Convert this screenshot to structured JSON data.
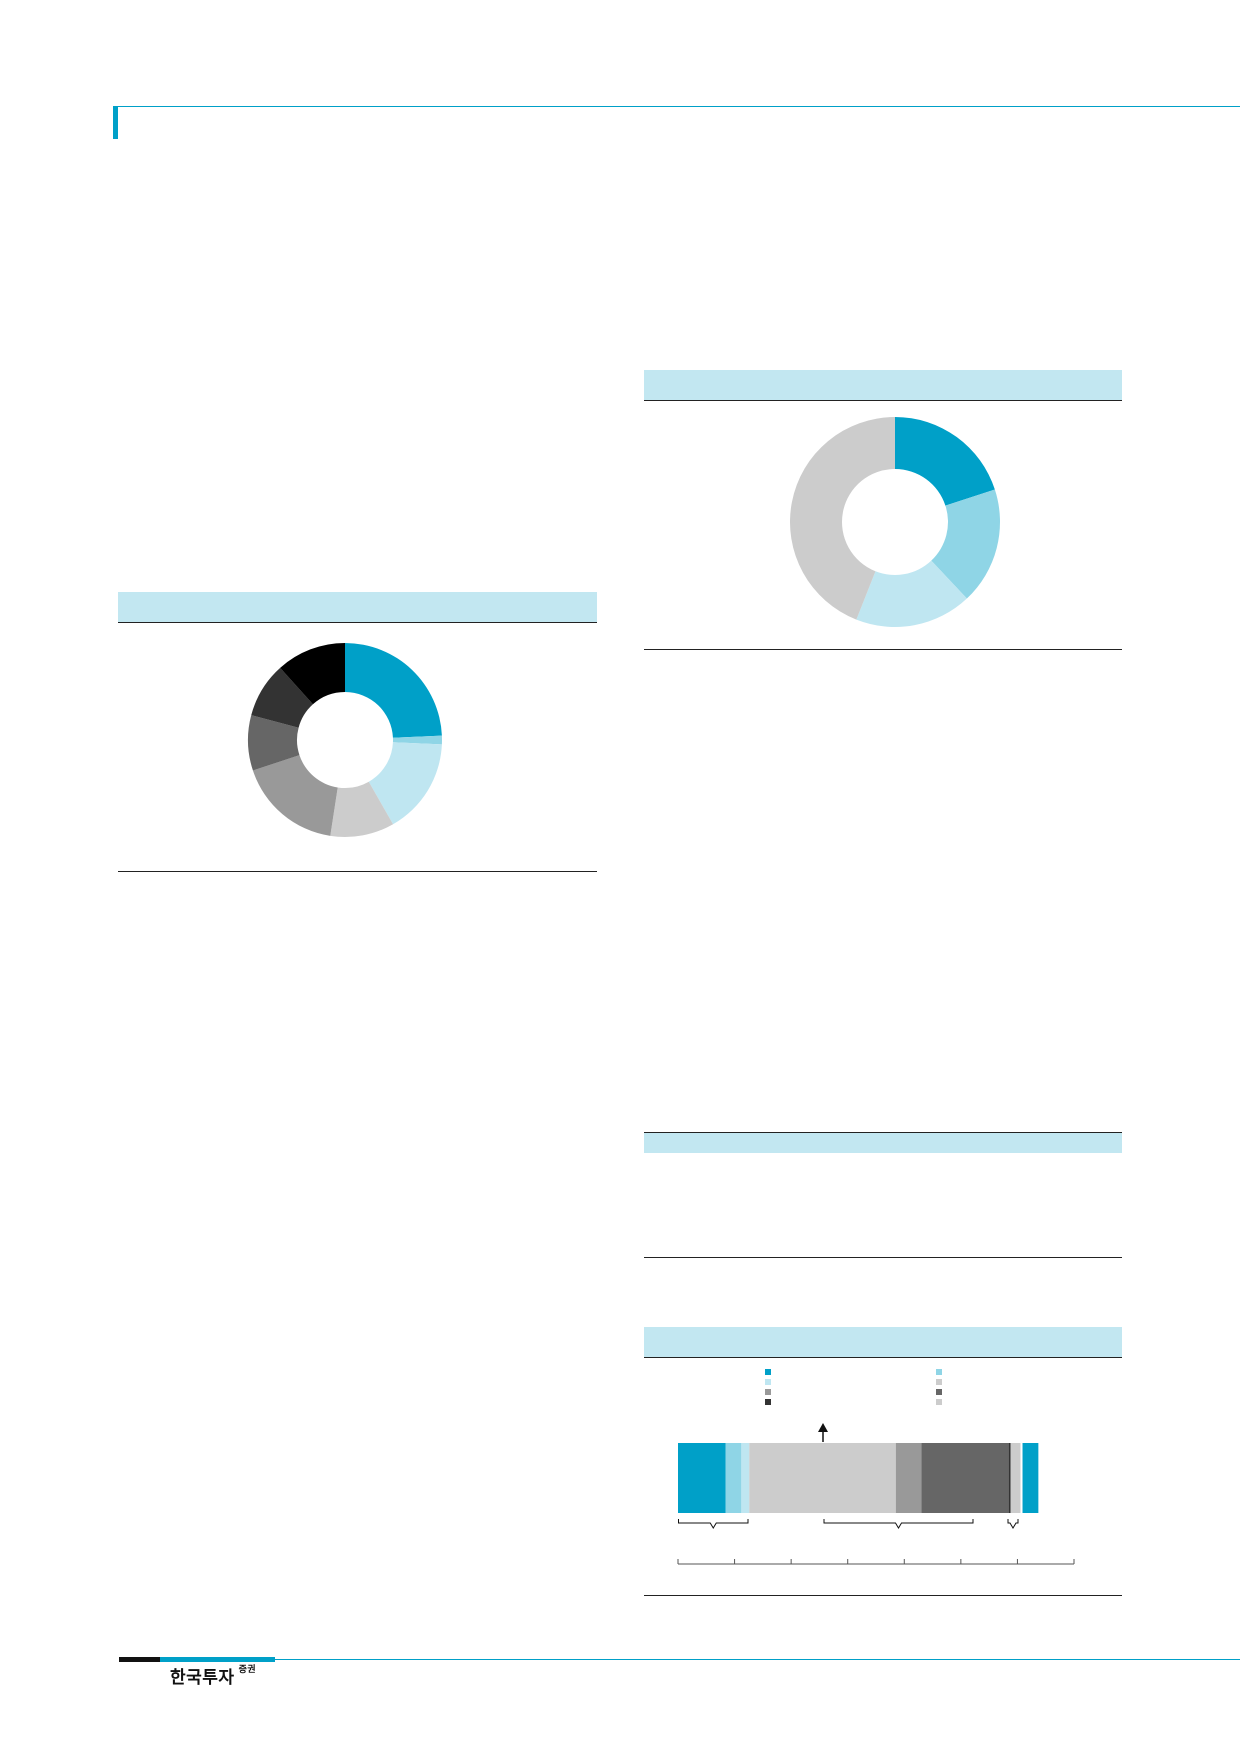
{
  "footer": {
    "brand": "한국투자",
    "brand_suffix": "증권"
  },
  "colors": {
    "accent": "#00a0c8",
    "panel": "#c2e7f1",
    "light_blue": "#8fd5e6",
    "pale_blue": "#bfe6f1",
    "light_gray": "#cccccc",
    "mid_gray": "#999999",
    "dark_gray": "#666666",
    "darker_gray": "#333333",
    "black": "#000000"
  },
  "icons": {
    "arrow": "arrow-up-icon",
    "brace": "curly-brace-icon"
  },
  "chart_data": [
    {
      "type": "pie",
      "title": "",
      "values": [
        25,
        1.5,
        16.5,
        11,
        18,
        9.5,
        9.5,
        12
      ],
      "colors": [
        "#00a0c8",
        "#8fd5e6",
        "#bfe6f1",
        "#cccccc",
        "#999999",
        "#666666",
        "#333333",
        "#000000"
      ],
      "donut": true
    },
    {
      "type": "pie",
      "title": "",
      "values": [
        20,
        18,
        18,
        44
      ],
      "colors": [
        "#00a0c8",
        "#8fd5e6",
        "#bfe6f1",
        "#cccccc"
      ],
      "donut": true
    },
    {
      "type": "bar",
      "title": "",
      "stacked": true,
      "orientation": "horizontal",
      "segments": [
        {
          "value": 12,
          "color": "#00a0c8"
        },
        {
          "value": 4,
          "color": "#8fd5e6"
        },
        {
          "value": 2,
          "color": "#bfe6f1"
        },
        {
          "value": 37,
          "color": "#cccccc"
        },
        {
          "value": 6.5,
          "color": "#999999"
        },
        {
          "value": 22,
          "color": "#666666"
        },
        {
          "value": 0.5,
          "color": "#333333"
        },
        {
          "value": 2.5,
          "color": "#cccccc"
        },
        {
          "value": 0.5,
          "color": "#ffffff"
        },
        {
          "value": 4,
          "color": "#00a0c8"
        }
      ],
      "legend_colors": [
        "#00a0c8",
        "#bfe6f1",
        "#999999",
        "#333333",
        "#8fd5e6",
        "#cccccc",
        "#666666",
        "#cccccc"
      ],
      "xlim": [
        0,
        100
      ],
      "axis_ticks": 8,
      "grid": false
    }
  ]
}
